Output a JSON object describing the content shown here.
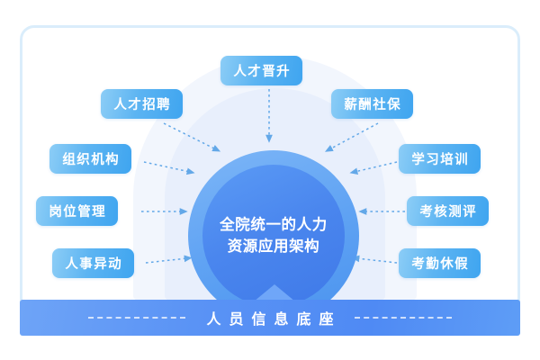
{
  "diagram": {
    "center": {
      "name": "center-hub",
      "line1": "全院统一的人力",
      "line2": "资源应用架构"
    },
    "base": {
      "name": "foundation-bar",
      "label": "人员信息底座"
    },
    "modules": [
      {
        "id": "talent-promotion",
        "label": "人才晋升",
        "position": "top-center"
      },
      {
        "id": "recruitment",
        "label": "人才招聘",
        "position": "top-left"
      },
      {
        "id": "salary",
        "label": "薪酬社保",
        "position": "top-right"
      },
      {
        "id": "organization",
        "label": "组织机构",
        "position": "left-upper"
      },
      {
        "id": "training",
        "label": "学习培训",
        "position": "right-upper"
      },
      {
        "id": "position",
        "label": "岗位管理",
        "position": "left-middle"
      },
      {
        "id": "assessment",
        "label": "考核测评",
        "position": "right-middle"
      },
      {
        "id": "personnel-move",
        "label": "人事异动",
        "position": "left-lower"
      },
      {
        "id": "attendance",
        "label": "考勤休假",
        "position": "right-lower"
      }
    ],
    "colors": {
      "pill_start": "#8ccdf6",
      "pill_end": "#3fa5f0",
      "circle_outer": "#60a3f3",
      "circle_inner": "#4a86ee",
      "base_bar": "#5a93f5",
      "frame_border": "#daedfb",
      "arrow": "#63a8e8",
      "dome_outer": "#f2f6fd",
      "dome_inner": "#e8effc"
    }
  }
}
